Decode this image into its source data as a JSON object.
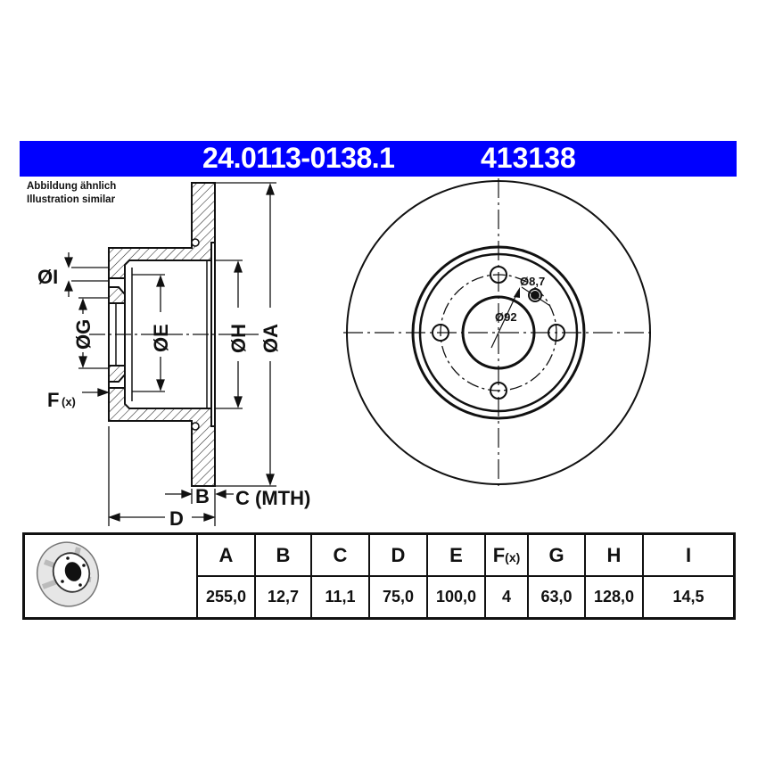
{
  "header": {
    "part_number": "24.0113-0138.1",
    "alt_number": "413138",
    "background_color": "#0000ff"
  },
  "note": {
    "line1": "Abbildung ähnlich",
    "line2": "Illustration similar"
  },
  "section_view": {
    "labels": {
      "I": "ØI",
      "G": "ØG",
      "E": "ØE",
      "H": "ØH",
      "A": "ØA",
      "F": "F",
      "F_sub": "(x)",
      "B": "B",
      "C": "C (MTH)",
      "D": "D"
    }
  },
  "front_view": {
    "bolt_hole_label": "Ø8,7",
    "pcd_label": "Ø92",
    "bolt_holes": 4
  },
  "spec_table": {
    "headers": [
      "A",
      "B",
      "C",
      "D",
      "E",
      "F",
      "G",
      "H",
      "I"
    ],
    "header_F_sub": "(x)",
    "values": [
      "255,0",
      "12,7",
      "11,1",
      "75,0",
      "100,0",
      "4",
      "63,0",
      "128,0",
      "14,5"
    ]
  }
}
